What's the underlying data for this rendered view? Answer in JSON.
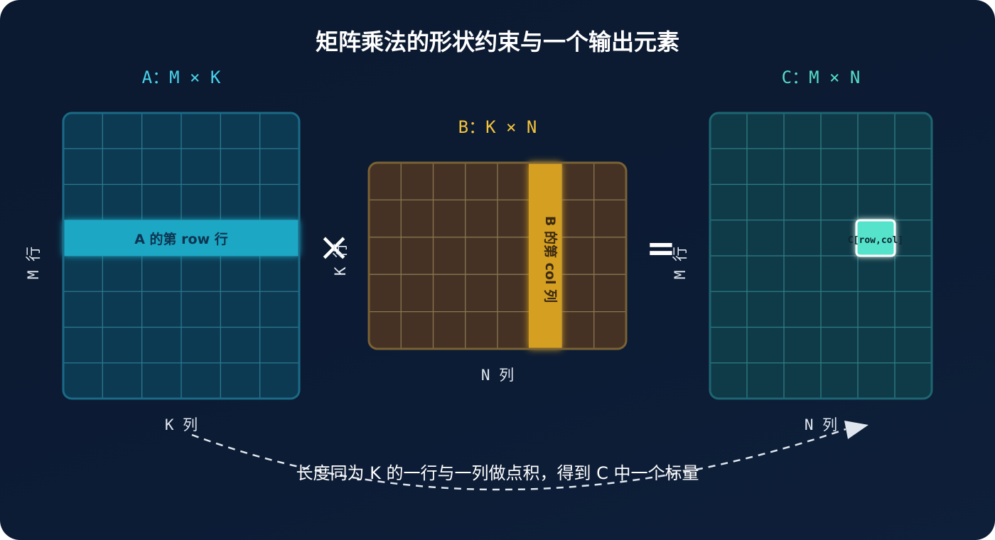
{
  "title": "矩阵乘法的形状约束与一个输出元素",
  "matrix_a": {
    "label": "A：M × K",
    "row_label": "M 行",
    "col_label": "K 列",
    "highlight_label": "A 的第 row 行",
    "rows": 8,
    "cols": 6,
    "highlight_row_index": 3,
    "fill_color": "#0c3a52",
    "border_color": "#1a6a86",
    "grid_color": "#2b7891",
    "highlight_color": "#1aa7c4",
    "label_color": "#49d3ec"
  },
  "matrix_b": {
    "label": "B：K × N",
    "row_label": "K 行",
    "col_label": "N 列",
    "highlight_label": "B 的第 col 列",
    "rows": 5,
    "cols": 8,
    "highlight_col_index": 5,
    "fill_color": "#453224",
    "border_color": "#7a6234",
    "grid_color": "#8a7650",
    "highlight_color": "#d59f22",
    "label_color": "#f2c23c"
  },
  "matrix_c": {
    "label": "C：M × N",
    "row_label": "M 行",
    "col_label": "N 列",
    "cell_label": "C[row,col]",
    "rows": 8,
    "cols": 6,
    "highlight_row_index": 3,
    "highlight_col_index": 4,
    "fill_color": "#0f3b48",
    "border_color": "#1d6672",
    "grid_color": "#2f7c84",
    "highlight_color": "#56e3cc",
    "label_color": "#55ddc8"
  },
  "operators": {
    "multiply": "×",
    "equals": "="
  },
  "caption": "长度同为 K 的一行与一列做点积，得到 C 中一个标量",
  "colors": {
    "text": "#ffffff",
    "muted_text": "#dfe6ee",
    "arrow": "#dfe6ee"
  }
}
